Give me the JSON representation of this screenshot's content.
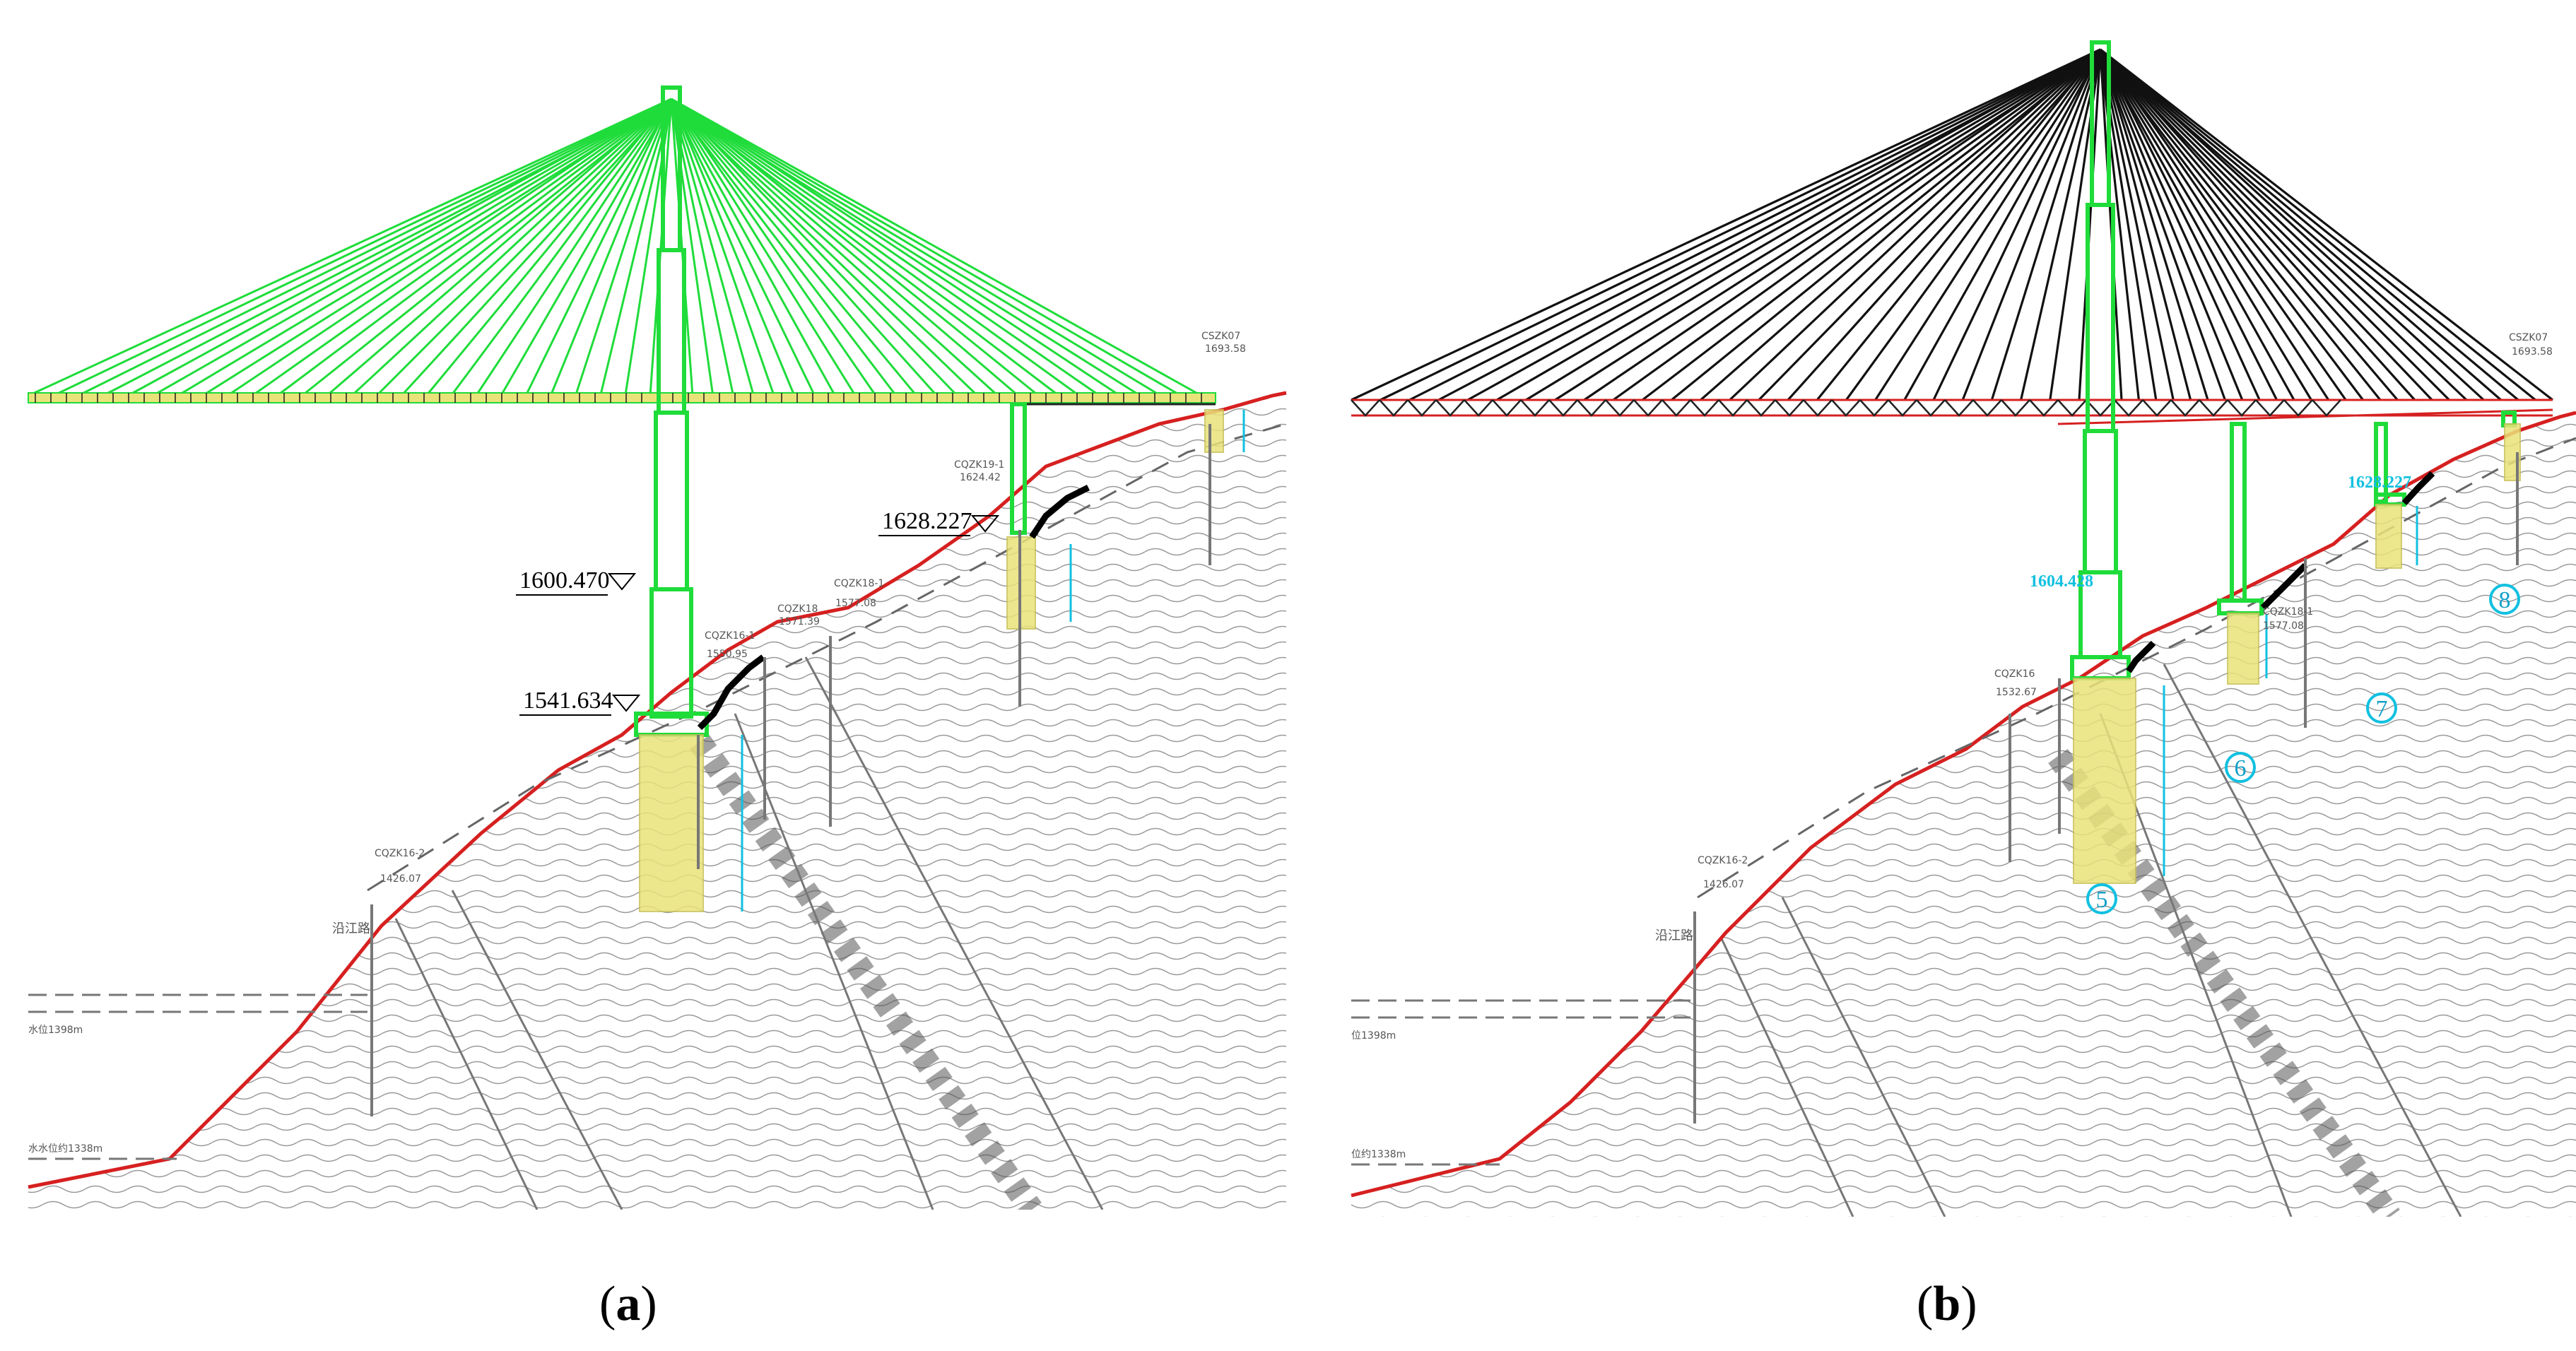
{
  "colors": {
    "cable_a": "#1fdc3a",
    "cable_b": "#111111",
    "tower": "#1fdc3a",
    "ground_line": "#d62020",
    "pile": "#e9e27a",
    "hatch": "#9a9a9a",
    "annotation_cyan": "#11c0e0"
  },
  "panel_a": {
    "caption_open": "(",
    "caption_letter": "a",
    "caption_close": ")",
    "elevation_1": "1600.470",
    "elevation_2": "1541.634",
    "elevation_3": "1628.227",
    "borehole_1": "CQZK19-1",
    "borehole_1_val": "1624.42",
    "borehole_2": "CQZK16-1",
    "borehole_2_val": "1550.95",
    "borehole_3": "CQZK18",
    "borehole_3_val": "1571.39",
    "borehole_4": "CQZK18-1",
    "borehole_4_val": "1577.08",
    "borehole_5": "CQZK16-2",
    "borehole_5_val": "1426.07",
    "borehole_6": "CSZK07",
    "borehole_6_val": "1693.58",
    "road_label": "沿江路",
    "water_label": "水位1398m",
    "water_label_2": "水水位约1338m"
  },
  "panel_b": {
    "caption_open": "(",
    "caption_letter": "b",
    "caption_close": ")",
    "elevation_1": "1604.428",
    "elevation_2": "1628.227",
    "borehole_1": "CQZK16",
    "borehole_1_val": "1532.67",
    "borehole_2": "CQZK16-2",
    "borehole_2_val": "1426.07",
    "borehole_3": "CSZK07",
    "borehole_3_val": "1693.58",
    "borehole_4": "CQZK18-1",
    "borehole_4_val": "1577.08",
    "road_label": "沿江路",
    "water_label": "位1398m",
    "water_label_2": "位约1338m",
    "circle_5": "5",
    "circle_6": "6",
    "circle_7": "7",
    "circle_8": "8"
  }
}
